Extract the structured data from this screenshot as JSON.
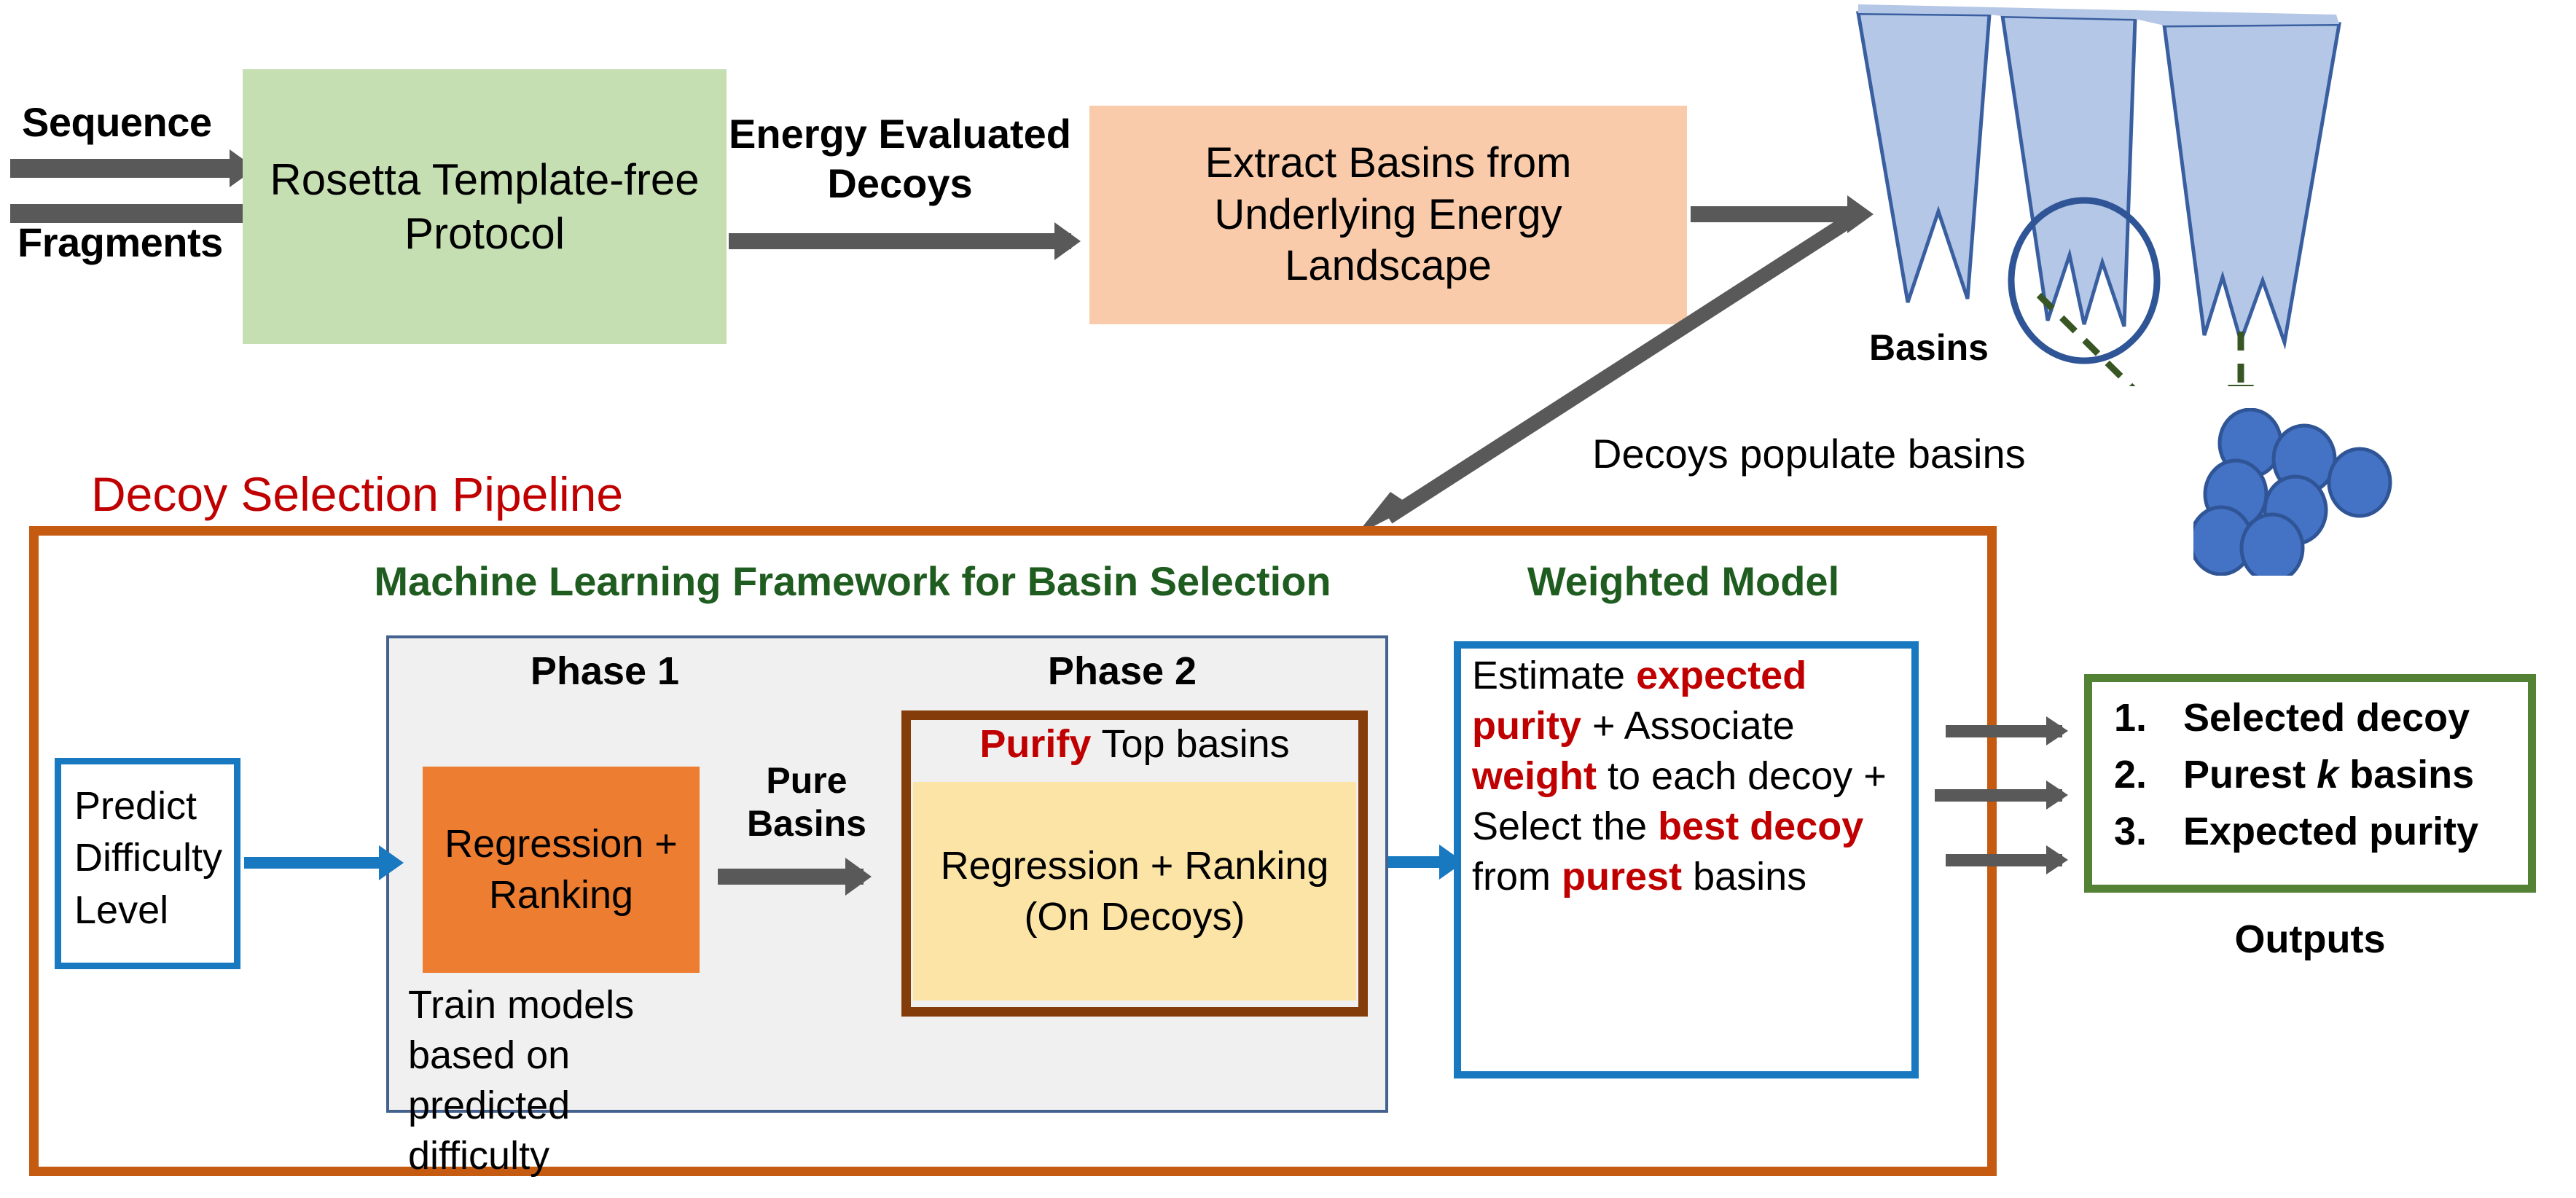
{
  "inputs": {
    "sequence": "Sequence",
    "fragments": "Fragments"
  },
  "stage1": {
    "title": "Rosetta Template-free Protocol",
    "edge_label": "Energy  Evaluated Decoys"
  },
  "stage2": {
    "title": "Extract Basins from Underlying Energy Landscape"
  },
  "landscape": {
    "basins_label": "Basins",
    "decoys_note": "Decoys populate basins",
    "fill_color": "#B4C7E7",
    "stroke_color": "#3A5FA0",
    "decoy_color": "#4472C4",
    "dashed_arrow_color": "#375623"
  },
  "pipeline": {
    "title": "Decoy Selection Pipeline",
    "title_color": "#C00000",
    "border_color": "#C55A11",
    "ml_heading": "Machine Learning Framework for Basin Selection",
    "wm_heading": "Weighted Model",
    "heading_color": "#1F5C1F"
  },
  "predict": {
    "lines": [
      "Predict",
      "Difficulty",
      "Level"
    ],
    "border_color": "#1878C0"
  },
  "phase1": {
    "label": "Phase 1",
    "box_text": "Regression + Ranking",
    "box_color": "#ED7D31",
    "note": "Train models based on predicted difficulty"
  },
  "transfer": {
    "label": "Pure Basins"
  },
  "phase2": {
    "label": "Phase 2",
    "purify_word": "Purify",
    "purify_rest": " Top basins",
    "box_text": "Regression + Ranking (On Decoys)",
    "box_color": "#FCE4A6",
    "border_color": "#843C0B"
  },
  "weighted_model": {
    "segments": [
      {
        "text": "Estimate ",
        "emphasis": false
      },
      {
        "text": "expected purity",
        "emphasis": true
      },
      {
        "text": " + Associate ",
        "emphasis": false
      },
      {
        "text": "weight",
        "emphasis": true
      },
      {
        "text": " to each decoy + Select the ",
        "emphasis": false
      },
      {
        "text": "best decoy",
        "emphasis": true
      },
      {
        "text": " from ",
        "emphasis": false
      },
      {
        "text": "purest",
        "emphasis": true
      },
      {
        "text": " basins",
        "emphasis": false
      }
    ],
    "emphasis_color": "#C00000",
    "border_color": "#1878C0"
  },
  "outputs": {
    "caption": "Outputs",
    "border_color": "#548235",
    "items": [
      {
        "num": "1.",
        "text": "Selected decoy",
        "italic_token": ""
      },
      {
        "num": "2.",
        "text": "Purest k basins",
        "italic_token": "k"
      },
      {
        "num": "3.",
        "text": "Expected purity",
        "italic_token": ""
      }
    ]
  }
}
